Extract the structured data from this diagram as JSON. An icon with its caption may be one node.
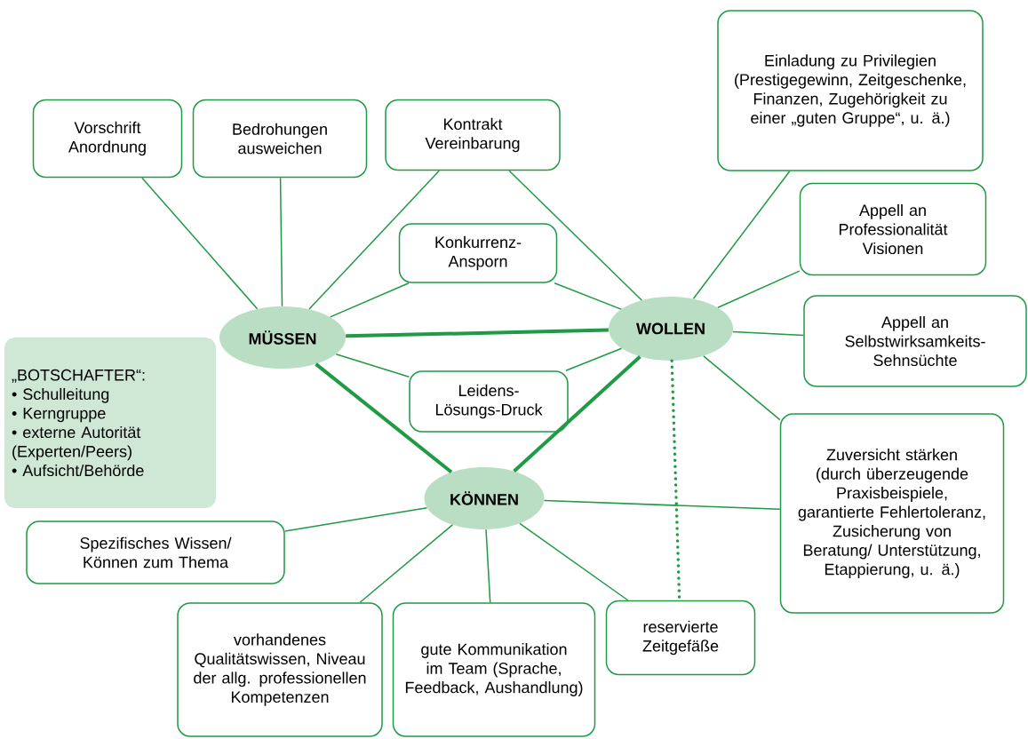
{
  "diagram": {
    "nodes": [
      {
        "text": [
          "Vorschrift Anordnung"
        ]
      },
      {
        "text": [
          "Bedrohungen ausweichen"
        ]
      },
      {
        "text": [
          "Kontrakt Vereinbarung"
        ]
      },
      {
        "text": [
          "Einladung zu Privilegien (Prestigegewinn, Zeitgeschenke, Finanzen, Zugehörigkeit zu einer „guten Gruppe“, u. ä.)"
        ]
      },
      {
        "text": [
          "Konkurrenz-Ansporn"
        ]
      },
      {
        "text": [
          "Appell an Professionalität Visionen"
        ]
      },
      {
        "text": [
          "MÜSSEN"
        ]
      },
      {
        "text": [
          "WOLLEN"
        ]
      },
      {
        "text": [
          "Appell an Selbstwirksamkeits-Sehnsüchte"
        ]
      },
      {
        "text": [
          "„BOTSCHAFTER“:",
          "• Schulleitung",
          "• Kerngruppe",
          "• externe Autorität (Experten/Peers)",
          "• Aufsicht/Behörde"
        ]
      },
      {
        "text": [
          "Leidens-Lösungs-Druck"
        ]
      },
      {
        "text": [
          "Zuversicht stärken (durch überzeugende Praxisbeispiele, garantierte Fehlertoleranz, Zusicherung von Beratung/ Unterstützung, Etappierung, u. ä.)"
        ]
      },
      {
        "text": [
          "KÖNNEN"
        ]
      },
      {
        "text": [
          "Spezifisches Wissen/ Können zum Thema"
        ]
      },
      {
        "text": [
          "vorhandenes Qualitätswissen, Niveau der allg. professionellen Kompetenzen"
        ]
      },
      {
        "text": [
          "gute Kommunikation im Team (Sprache, Feedback, Aushandlung)"
        ]
      },
      {
        "text": [
          "reservierte Zeitgefäße"
        ]
      }
    ],
    "edges": [
      {
        "from": 6,
        "to": 0,
        "arrow": "none"
      },
      {
        "from": 6,
        "to": 1,
        "arrow": "none"
      },
      {
        "from": 6,
        "to": 2,
        "arrow": "none"
      },
      {
        "from": 6,
        "to": 4,
        "arrow": "none"
      },
      {
        "from": 6,
        "to": 10,
        "arrow": "none"
      },
      {
        "from": 6,
        "to": 7,
        "arrow": "none",
        "style": "thick"
      },
      {
        "from": 6,
        "to": 12,
        "arrow": "none",
        "style": "thick"
      },
      {
        "from": 7,
        "to": 2,
        "arrow": "none"
      },
      {
        "from": 7,
        "to": 4,
        "arrow": "none"
      },
      {
        "from": 7,
        "to": 10,
        "arrow": "none"
      },
      {
        "from": 7,
        "to": 3,
        "arrow": "none"
      },
      {
        "from": 7,
        "to": 5,
        "arrow": "none"
      },
      {
        "from": 7,
        "to": 8,
        "arrow": "none"
      },
      {
        "from": 7,
        "to": 11,
        "arrow": "none"
      },
      {
        "from": 7,
        "to": 16,
        "arrow": "none",
        "style": "dashed"
      },
      {
        "from": 12,
        "to": 7,
        "arrow": "none",
        "style": "thick"
      },
      {
        "from": 12,
        "to": 13,
        "arrow": "none"
      },
      {
        "from": 12,
        "to": 14,
        "arrow": "none"
      },
      {
        "from": 12,
        "to": 15,
        "arrow": "none"
      },
      {
        "from": 12,
        "to": 16,
        "arrow": "none"
      },
      {
        "from": 12,
        "to": 11,
        "arrow": "none"
      }
    ]
  }
}
